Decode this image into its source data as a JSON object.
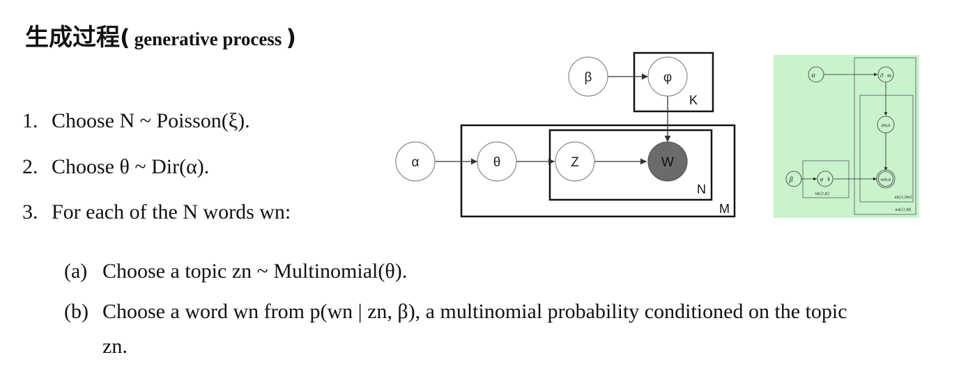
{
  "title": {
    "chinese": "生成过程",
    "open_paren": "(",
    "english": "generative process",
    "close_paren": ")"
  },
  "steps": [
    {
      "num": "1.",
      "text": "Choose N ~ Poisson(ξ)."
    },
    {
      "num": "2.",
      "text": "Choose θ ~ Dir(α)."
    },
    {
      "num": "3.",
      "text": "For each of the N words wn:"
    }
  ],
  "substeps": [
    {
      "num": "(a)",
      "text": "Choose a topic zn ~ Multinomial(θ)."
    },
    {
      "num": "(b)",
      "text": "Choose a word wn from p(wn | zn, β), a multinomial probability conditioned on the topic",
      "continuation": "zn."
    }
  ],
  "diagram": {
    "nodes": {
      "beta": "β",
      "phi": "φ",
      "alpha": "α",
      "theta": "θ",
      "z": "Z",
      "w": "W"
    },
    "plates": {
      "k": "K",
      "n": "N",
      "m": "M"
    },
    "colors": {
      "observed": "#6b6b6b",
      "line": "#333333",
      "plate": "#111111"
    }
  },
  "thumbnail": {
    "background": "#c9f2cd",
    "nodes": {
      "alpha": "α⃗",
      "theta": "ϑ⃗m",
      "z": "zm,n",
      "beta": "β⃗",
      "phi": "φ⃗k",
      "w": "wm,n"
    },
    "plates": {
      "k": "k∈[1,K]",
      "n": "n∈[1,Nm]",
      "m": "m∈[1,M]"
    }
  }
}
